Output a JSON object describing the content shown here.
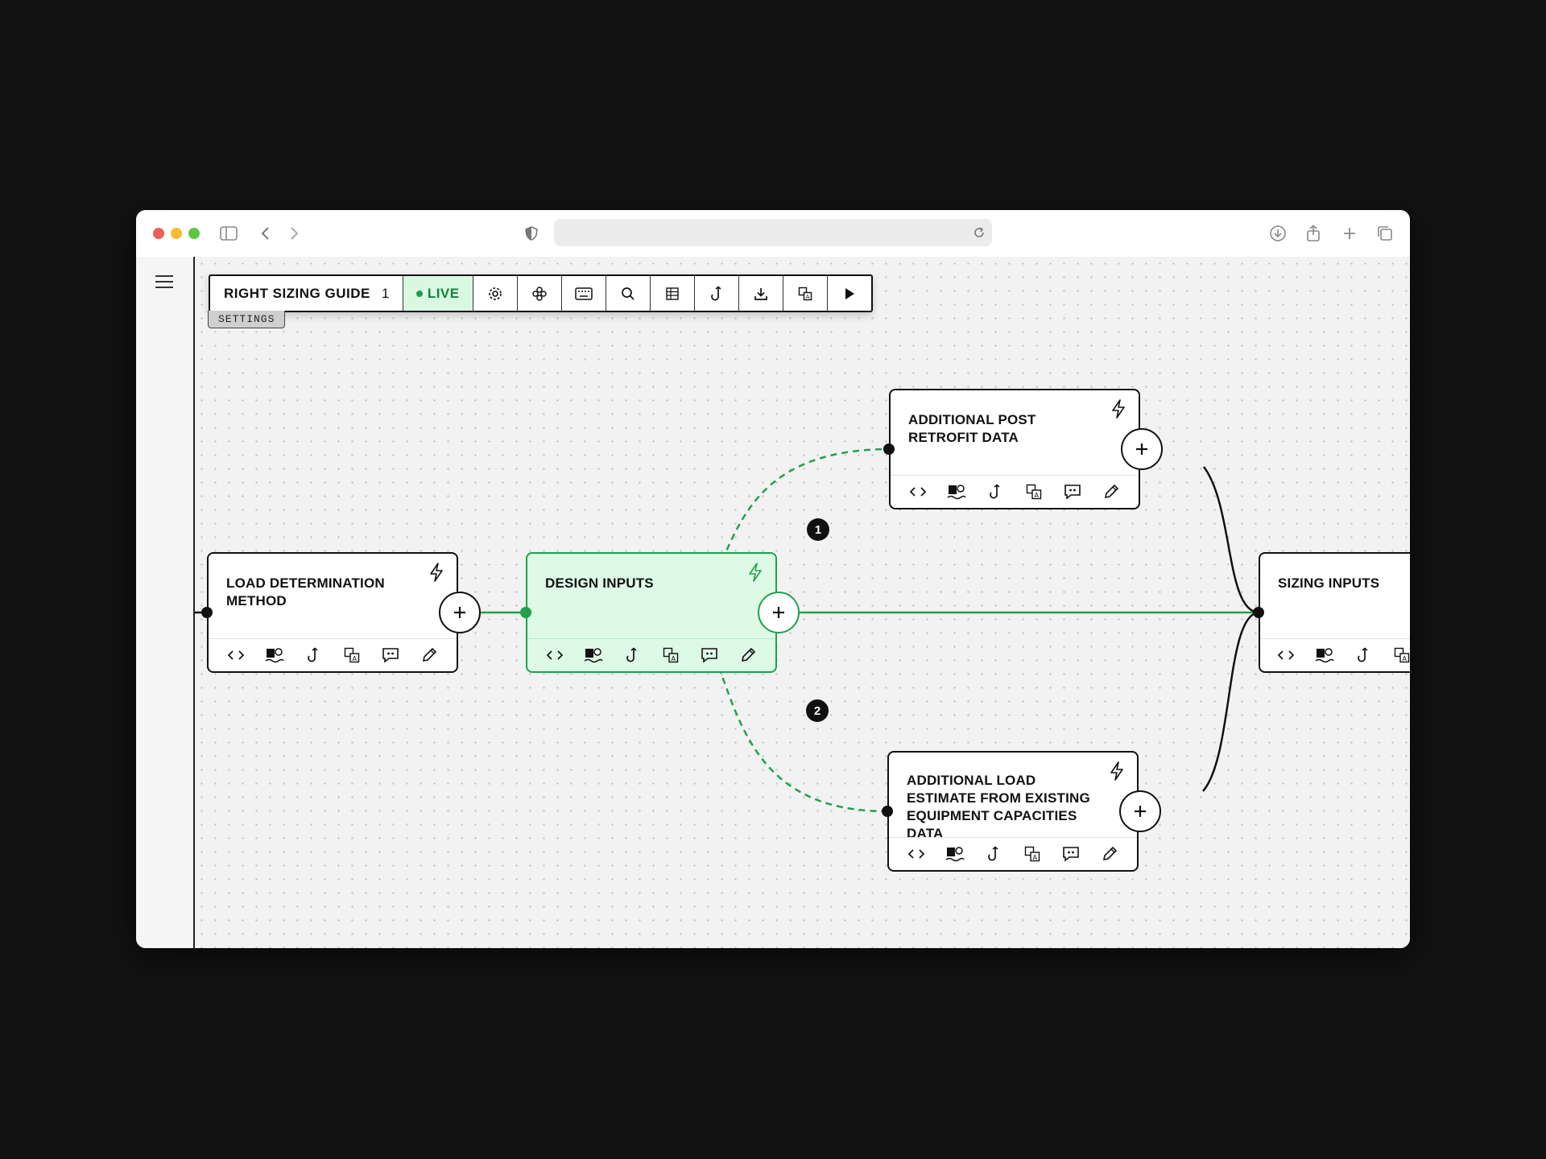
{
  "browser": {
    "url": "",
    "traffic_lights": [
      "#ee5f57",
      "#f5bd2f",
      "#5fc63f"
    ]
  },
  "toolbar": {
    "title": "RIGHT SIZING GUIDE",
    "version": "1",
    "status": "LIVE",
    "tools": [
      "settings-icon",
      "flower-icon",
      "keyboard-icon",
      "search-icon",
      "table-icon",
      "hook-icon",
      "download-icon",
      "translate-icon",
      "play-icon"
    ]
  },
  "settings_tab": "SETTINGS",
  "nodes": [
    {
      "id": "load",
      "title": "LOAD DETERMINATION METHOD"
    },
    {
      "id": "design",
      "title": "DESIGN INPUTS",
      "active": true
    },
    {
      "id": "post_retrofit",
      "title": "ADDITIONAL POST RETROFIT DATA"
    },
    {
      "id": "load_estimate",
      "title": "ADDITIONAL LOAD ESTIMATE FROM EXISTING EQUIPMENT CAPACITIES DATA"
    },
    {
      "id": "sizing",
      "title": "SIZING INPUTS"
    }
  ],
  "node_actions": [
    "code-icon",
    "speech-icon",
    "hook-icon",
    "translate-icon",
    "comment-icon",
    "edit-icon"
  ],
  "badges": [
    "1",
    "2"
  ],
  "colors": {
    "accent": "#1fa24c",
    "active_bg": "#dcfae5",
    "live_bg": "#d9f8e2"
  }
}
